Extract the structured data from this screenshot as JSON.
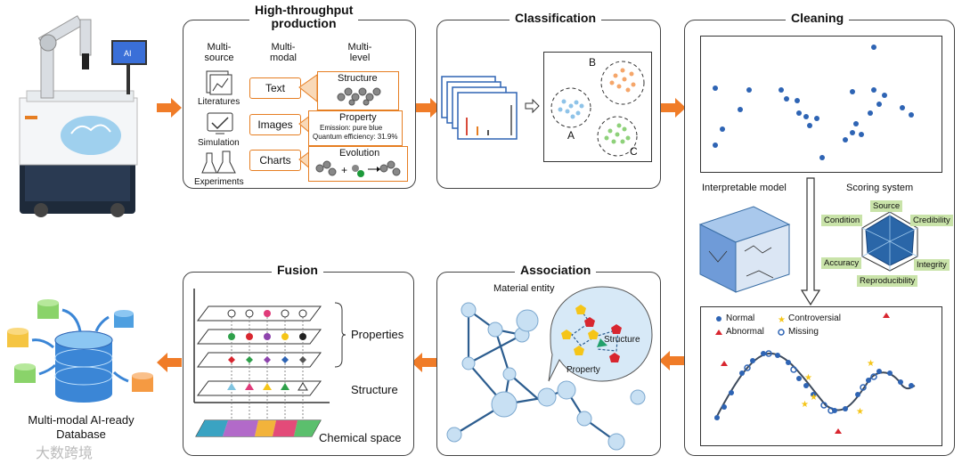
{
  "panels": {
    "htp": {
      "title_line1": "High-throughput",
      "title_line2": "production"
    },
    "classification": {
      "title": "Classification"
    },
    "cleaning": {
      "title": "Cleaning"
    },
    "association": {
      "title": "Association"
    },
    "fusion": {
      "title": "Fusion"
    }
  },
  "htp": {
    "col_source": [
      "Multi-",
      "source"
    ],
    "col_modal": [
      "Multi-",
      "modal"
    ],
    "col_level": [
      "Multi-",
      "level"
    ],
    "sources": [
      "Literatures",
      "Simulation",
      "Experiments"
    ],
    "modals": [
      "Text",
      "Images",
      "Charts"
    ],
    "level_structure": "Structure",
    "level_property": "Property",
    "level_emission": "Emission: pure blue",
    "level_qe": "Quantum efficiency: 31.9%",
    "level_evolution": "Evolution"
  },
  "classification": {
    "clusters": [
      "A",
      "B",
      "C"
    ]
  },
  "cleaning": {
    "interpretable_model": "Interpretable model",
    "scoring_system": "Scoring system",
    "radar_labels": [
      "Source",
      "Credibility",
      "Integrity",
      "Reproducibility",
      "Accuracy",
      "Condition"
    ],
    "legend": [
      "Normal",
      "Controversial",
      "Abnormal",
      "Missing"
    ]
  },
  "association": {
    "material_entity": "Material entity",
    "structure": "Structure",
    "property": "Property"
  },
  "fusion": {
    "properties": "Properties",
    "structure": "Structure",
    "chemical_space": "Chemical space"
  },
  "database": {
    "line1": "Multi-modal AI-ready",
    "line2": "Database"
  },
  "watermark": "大数跨境",
  "colors": {
    "orange": "#f07c28",
    "blue": "#2e64b4",
    "green": "#c9e3a9"
  }
}
